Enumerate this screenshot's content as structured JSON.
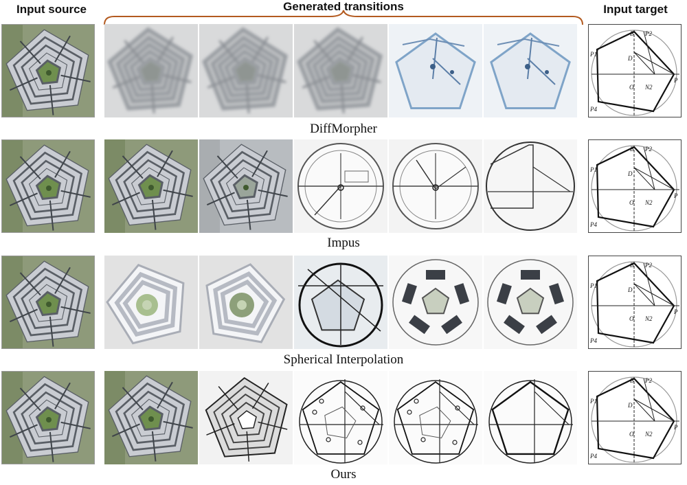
{
  "headers": {
    "input_source": "Input source",
    "generated": "Generated transitions",
    "input_target": "Input target"
  },
  "rows": [
    {
      "method": "DiffMorpher",
      "styles": [
        "blur-pent",
        "blur-pent",
        "blur-pent",
        "icy-sketch",
        "icy-sketch"
      ]
    },
    {
      "method": "Impus",
      "styles": [
        "aerial",
        "aerial-gray",
        "dial",
        "dial-lines",
        "diagram-circle"
      ]
    },
    {
      "method": "Spherical Interpolation",
      "styles": [
        "cartoon",
        "cartoon-round",
        "blueprint",
        "cartoon-sketch",
        "cartoon-sketch"
      ]
    },
    {
      "method": "Ours",
      "styles": [
        "aerial",
        "sketch-aerial",
        "diagram-mix",
        "diagram-mix",
        "diagram-clean"
      ]
    }
  ],
  "target_labels": {
    "b": "B",
    "p1": "P1",
    "p2": "P2",
    "d": "D",
    "o": "O",
    "n2": "N2",
    "p": "P",
    "p4": "P4"
  },
  "colors": {
    "grass": "#6f8f4e",
    "roof": "#c9ccd2",
    "brace": "#b35a1f"
  }
}
